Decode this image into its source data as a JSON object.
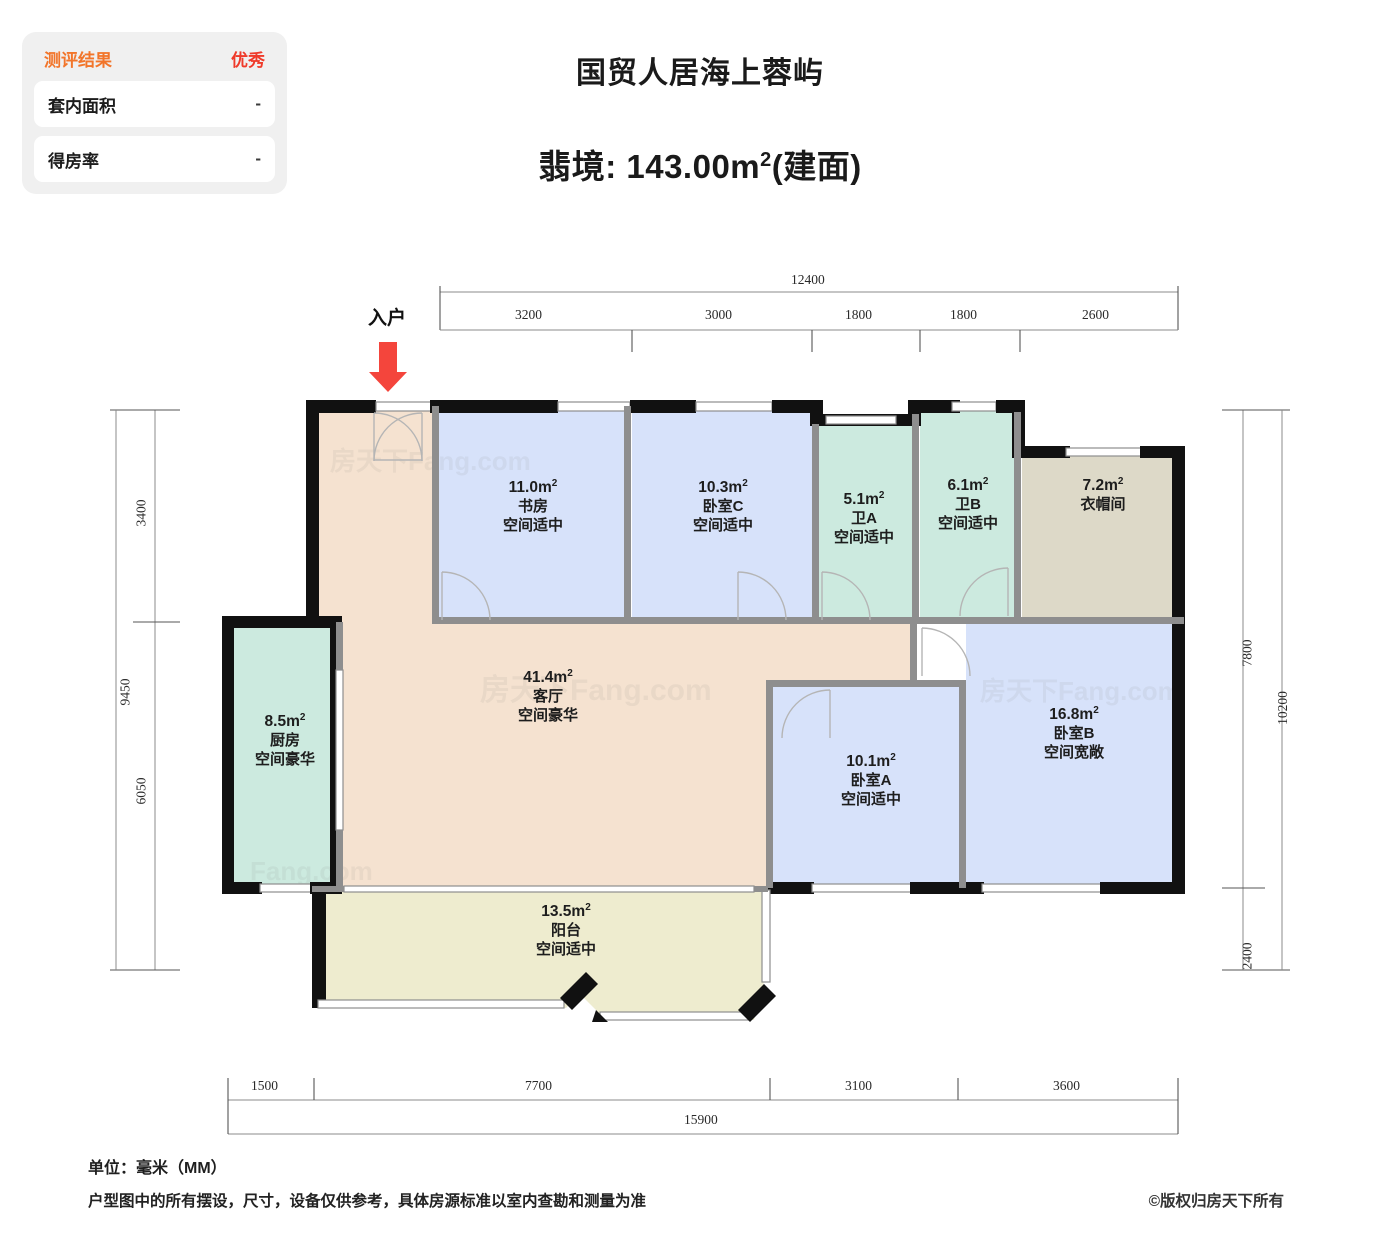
{
  "eval_card": {
    "header_label": "测评结果",
    "header_value": "优秀",
    "rows": [
      {
        "label": "套内面积",
        "value": "-"
      },
      {
        "label": "得房率",
        "value": "-"
      }
    ],
    "accent_color": "#f2752a",
    "value_color": "#ef3a2a"
  },
  "header": {
    "project_title": "国贸人居海上蓉屿",
    "unit_title": "翡境: 143.00m",
    "unit_title_sup": "2",
    "unit_title_tail": "(建面)"
  },
  "entry": {
    "label": "入户",
    "arrow_color": "#f4453c"
  },
  "rooms": [
    {
      "key": "study",
      "area": "11.0m",
      "sup": "2",
      "name": "书房",
      "quality": "空间适中",
      "color": "#d7e2fa"
    },
    {
      "key": "bedroom_c",
      "area": "10.3m",
      "sup": "2",
      "name": "卧室C",
      "quality": "空间适中",
      "color": "#d7e2fa"
    },
    {
      "key": "bath_a",
      "area": "5.1m",
      "sup": "2",
      "name": "卫A",
      "quality": "空间适中",
      "color": "#cceadf"
    },
    {
      "key": "bath_b",
      "area": "6.1m",
      "sup": "2",
      "name": "卫B",
      "quality": "空间适中",
      "color": "#cceadf"
    },
    {
      "key": "wardrobe",
      "area": "7.2m",
      "sup": "2",
      "name": "衣帽间",
      "quality": "",
      "color": "#ddd9c8"
    },
    {
      "key": "kitchen",
      "area": "8.5m",
      "sup": "2",
      "name": "厨房",
      "quality": "空间豪华",
      "color": "#cceadf"
    },
    {
      "key": "living",
      "area": "41.4m",
      "sup": "2",
      "name": "客厅",
      "quality": "空间豪华",
      "color": "#f5e2d0"
    },
    {
      "key": "bedroom_a",
      "area": "10.1m",
      "sup": "2",
      "name": "卧室A",
      "quality": "空间适中",
      "color": "#d7e2fa"
    },
    {
      "key": "bedroom_b",
      "area": "16.8m",
      "sup": "2",
      "name": "卧室B",
      "quality": "空间宽敞",
      "color": "#d7e2fa"
    },
    {
      "key": "balcony",
      "area": "13.5m",
      "sup": "2",
      "name": "阳台",
      "quality": "空间适中",
      "color": "#eeeccf"
    }
  ],
  "dimensions": {
    "top": {
      "total": "12400",
      "segments": [
        "3200",
        "3000",
        "1800",
        "1800",
        "2600"
      ]
    },
    "bottom": {
      "total": "15900",
      "segments": [
        "1500",
        "7700",
        "3100",
        "3600"
      ]
    },
    "left": {
      "total": "9450",
      "segments": [
        "3400",
        "6050"
      ]
    },
    "right": {
      "total": "10200",
      "segments": [
        "7800",
        "2400"
      ]
    }
  },
  "footer": {
    "unit_note": "单位：毫米（MM）",
    "disclaimer": "户型图中的所有摆设，尺寸，设备仅供参考，具体房源标准以室内查勘和测量为准",
    "copyright": "©版权归房天下所有"
  },
  "watermark": {
    "text": "房天下Fang.com"
  }
}
